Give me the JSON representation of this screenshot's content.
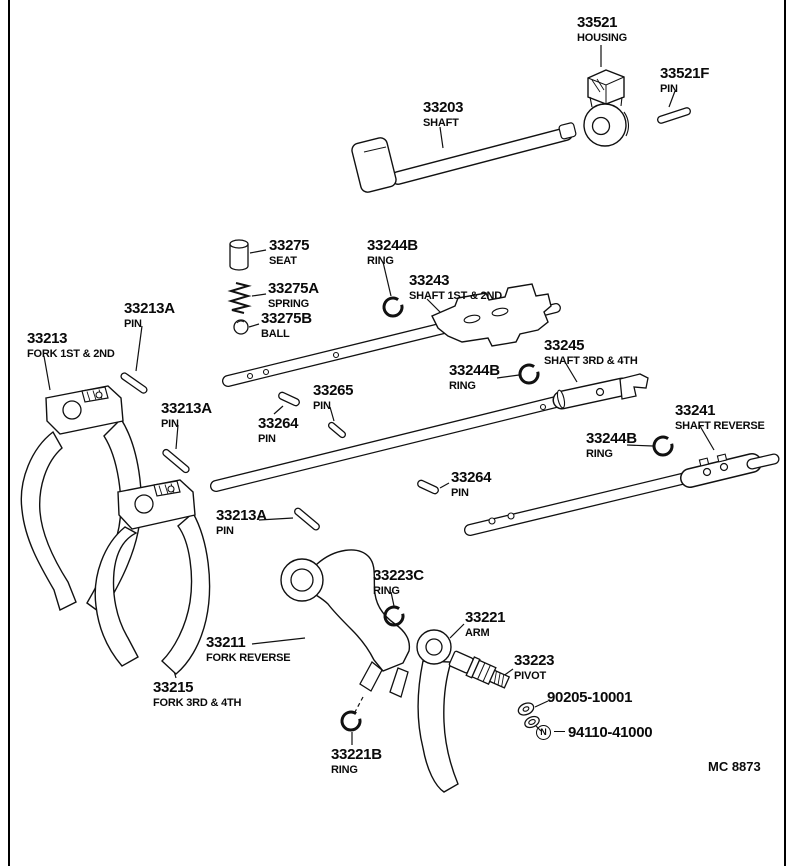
{
  "page": {
    "footer_code": "MC 8873"
  },
  "labels": [
    {
      "number": "33521",
      "desc": "HOUSING"
    },
    {
      "number": "33521F",
      "desc": "PIN"
    },
    {
      "number": "33203",
      "desc": "SHAFT"
    },
    {
      "number": "33275",
      "desc": "SEAT"
    },
    {
      "number": "33244B",
      "desc": "RING"
    },
    {
      "number": "33275A",
      "desc": "SPRING"
    },
    {
      "number": "33243",
      "desc": "SHAFT 1ST & 2ND"
    },
    {
      "number": "33275B",
      "desc": "BALL"
    },
    {
      "number": "33213A",
      "desc": "PIN"
    },
    {
      "number": "33213",
      "desc": "FORK 1ST & 2ND"
    },
    {
      "number": "33245",
      "desc": "SHAFT 3RD & 4TH"
    },
    {
      "number": "33244B",
      "desc": "RING"
    },
    {
      "number": "33265",
      "desc": "PIN"
    },
    {
      "number": "33213A",
      "desc": "PIN"
    },
    {
      "number": "33264",
      "desc": "PIN"
    },
    {
      "number": "33241",
      "desc": "SHAFT REVERSE"
    },
    {
      "number": "33244B",
      "desc": "RING"
    },
    {
      "number": "33264",
      "desc": "PIN"
    },
    {
      "number": "33213A",
      "desc": "PIN"
    },
    {
      "number": "33223C",
      "desc": "RING"
    },
    {
      "number": "33221",
      "desc": "ARM"
    },
    {
      "number": "33211",
      "desc": "FORK REVERSE"
    },
    {
      "number": "33223",
      "desc": "PIVOT"
    },
    {
      "number": "33215",
      "desc": "FORK 3RD & 4TH"
    },
    {
      "number": "90205-10001",
      "desc": ""
    },
    {
      "number": "94110-41000",
      "desc": "",
      "symbol": "N"
    },
    {
      "number": "33221B",
      "desc": "RING"
    }
  ]
}
